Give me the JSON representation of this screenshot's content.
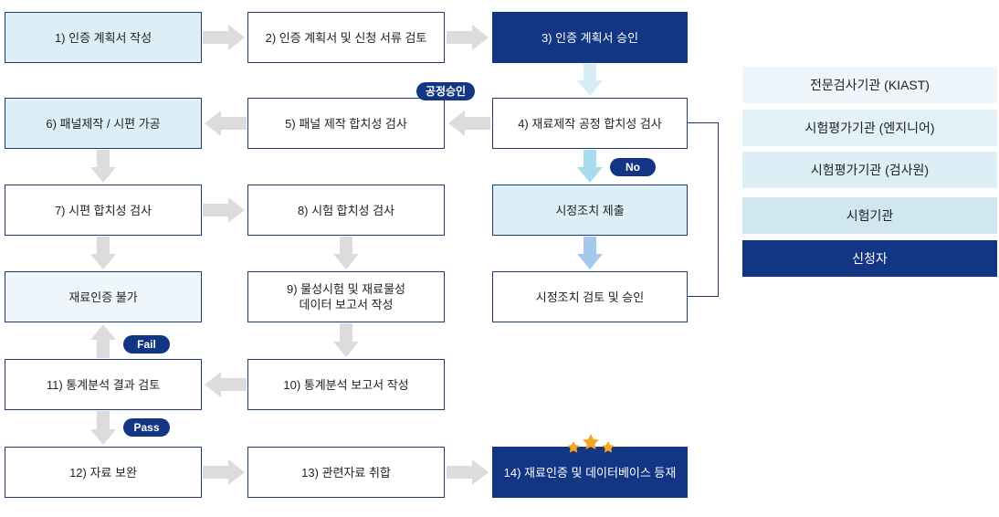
{
  "steps": {
    "s1": "1) 인증 계획서 작성",
    "s2": "2) 인증 계획서 및 신청 서류 검토",
    "s3": "3) 인증 계획서 승인",
    "s4": "4) 재료제작 공정 합치성 검사",
    "s5": "5) 패널 제작 합치성 검사",
    "s6": "6) 패널제작 / 시편 가공",
    "s7": "7) 시편 합치성 검사",
    "s8": "8) 시험 합치성 검사",
    "corrective": "시정조치 제출",
    "corrective_review": "시정조치 검토 및 승인",
    "fail_box": "재료인증 불가",
    "s9_line1": "9) 물성시험 및 재료물성",
    "s9_line2": "데이터 보고서 작성",
    "s10": "10) 통계분석 보고서 작성",
    "s11": "11) 통계분석 결과 검토",
    "s12": "12) 자료 보완",
    "s13": "13) 관련자료 취합",
    "s14": "14) 재료인증 및 데이터베이스 등재"
  },
  "badges": {
    "process_approval": "공정승인",
    "no": "No",
    "fail": "Fail",
    "pass": "Pass"
  },
  "legend": [
    {
      "label": "전문검사기관 (KIAST)",
      "color": "#eef5fb"
    },
    {
      "label": "시험평가기관 (엔지니어)",
      "color": "#e3f1f8"
    },
    {
      "label": "시험평가기관 (검사원)",
      "color": "#dceef6"
    },
    {
      "label": "시험기관",
      "color": "#d0e6f0"
    },
    {
      "label": "신청자",
      "color": "#123584"
    }
  ],
  "colors": {
    "navy": "#123584",
    "arrow_gray": "#dcdcdc",
    "arrow_light_blue": "#d6ecf6",
    "arrow_blue": "#a7c8ee",
    "star": "#f5a623"
  },
  "icons": [
    "star-icon"
  ]
}
